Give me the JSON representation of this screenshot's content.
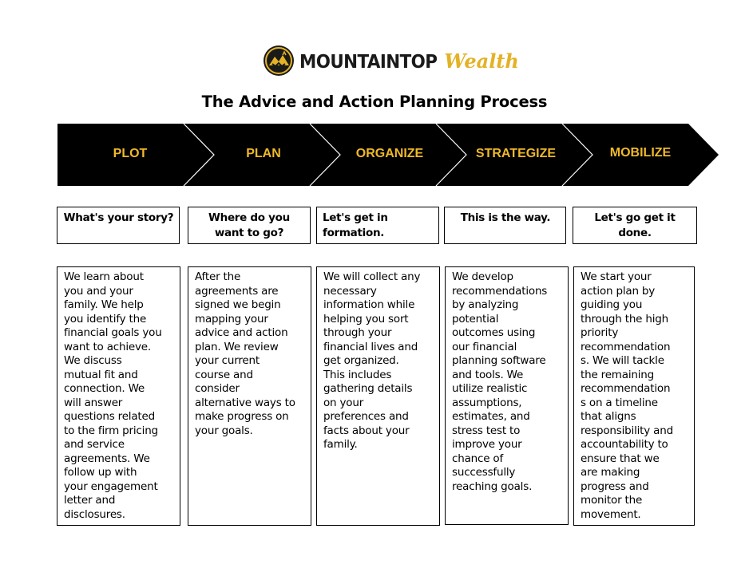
{
  "logo": {
    "brand_primary": "MOUNTAINTOP",
    "brand_secondary": "Wealth",
    "icon": "mountain-emblem-icon",
    "colors": {
      "gold": "#e3b225",
      "dark": "#1a1a1a"
    }
  },
  "title": "The Advice and Action Planning Process",
  "colors": {
    "arrow_fill": "#000000",
    "label_gold": "#f0b92a"
  },
  "steps": [
    {
      "label": "PLOT",
      "question": "What's your story?",
      "description": "We learn about\nyou and your\nfamily. We help\nyou identify the\nfinancial goals you\nwant to achieve.\nWe discuss\nmutual fit and\nconnection. We\nwill answer\nquestions related\nto the firm pricing\nand service\nagreements.  We\nfollow up with\nyour engagement\nletter and\ndisclosures."
    },
    {
      "label": "PLAN",
      "question": "Where do you want to go?",
      "description": "After the\nagreements are\nsigned we begin\nmapping your\nadvice and action\nplan. We review\nyour current\ncourse and\nconsider\nalternative ways to\nmake progress on\nyour goals."
    },
    {
      "label": "ORGANIZE",
      "question": "Let's get in formation.",
      "description": "We will collect any\nnecessary\ninformation while\nhelping you sort\nthrough your\nfinancial lives and\nget organized.\nThis includes\ngathering details\non your\npreferences and\nfacts about your\nfamily."
    },
    {
      "label": "STRATEGIZE",
      "question": "This is the way.",
      "description": "We develop\nrecommendations\nby analyzing\npotential\noutcomes using\nour financial\nplanning software\nand tools. We\nutilize realistic\nassumptions,\nestimates, and\nstress test to\nimprove your\nchance of\nsuccessfully\nreaching goals."
    },
    {
      "label": "MOBILIZE",
      "question": "Let's go get it done.",
      "description": "We start your\naction plan by\nguiding you\nthrough the high\npriority\nrecommendation\ns. We will tackle\nthe remaining\nrecommendation\ns on a timeline\nthat aligns\nresponsibility and\naccountability to\nensure that we\nare making\nprogress and\nmonitor the\nmovement."
    }
  ]
}
